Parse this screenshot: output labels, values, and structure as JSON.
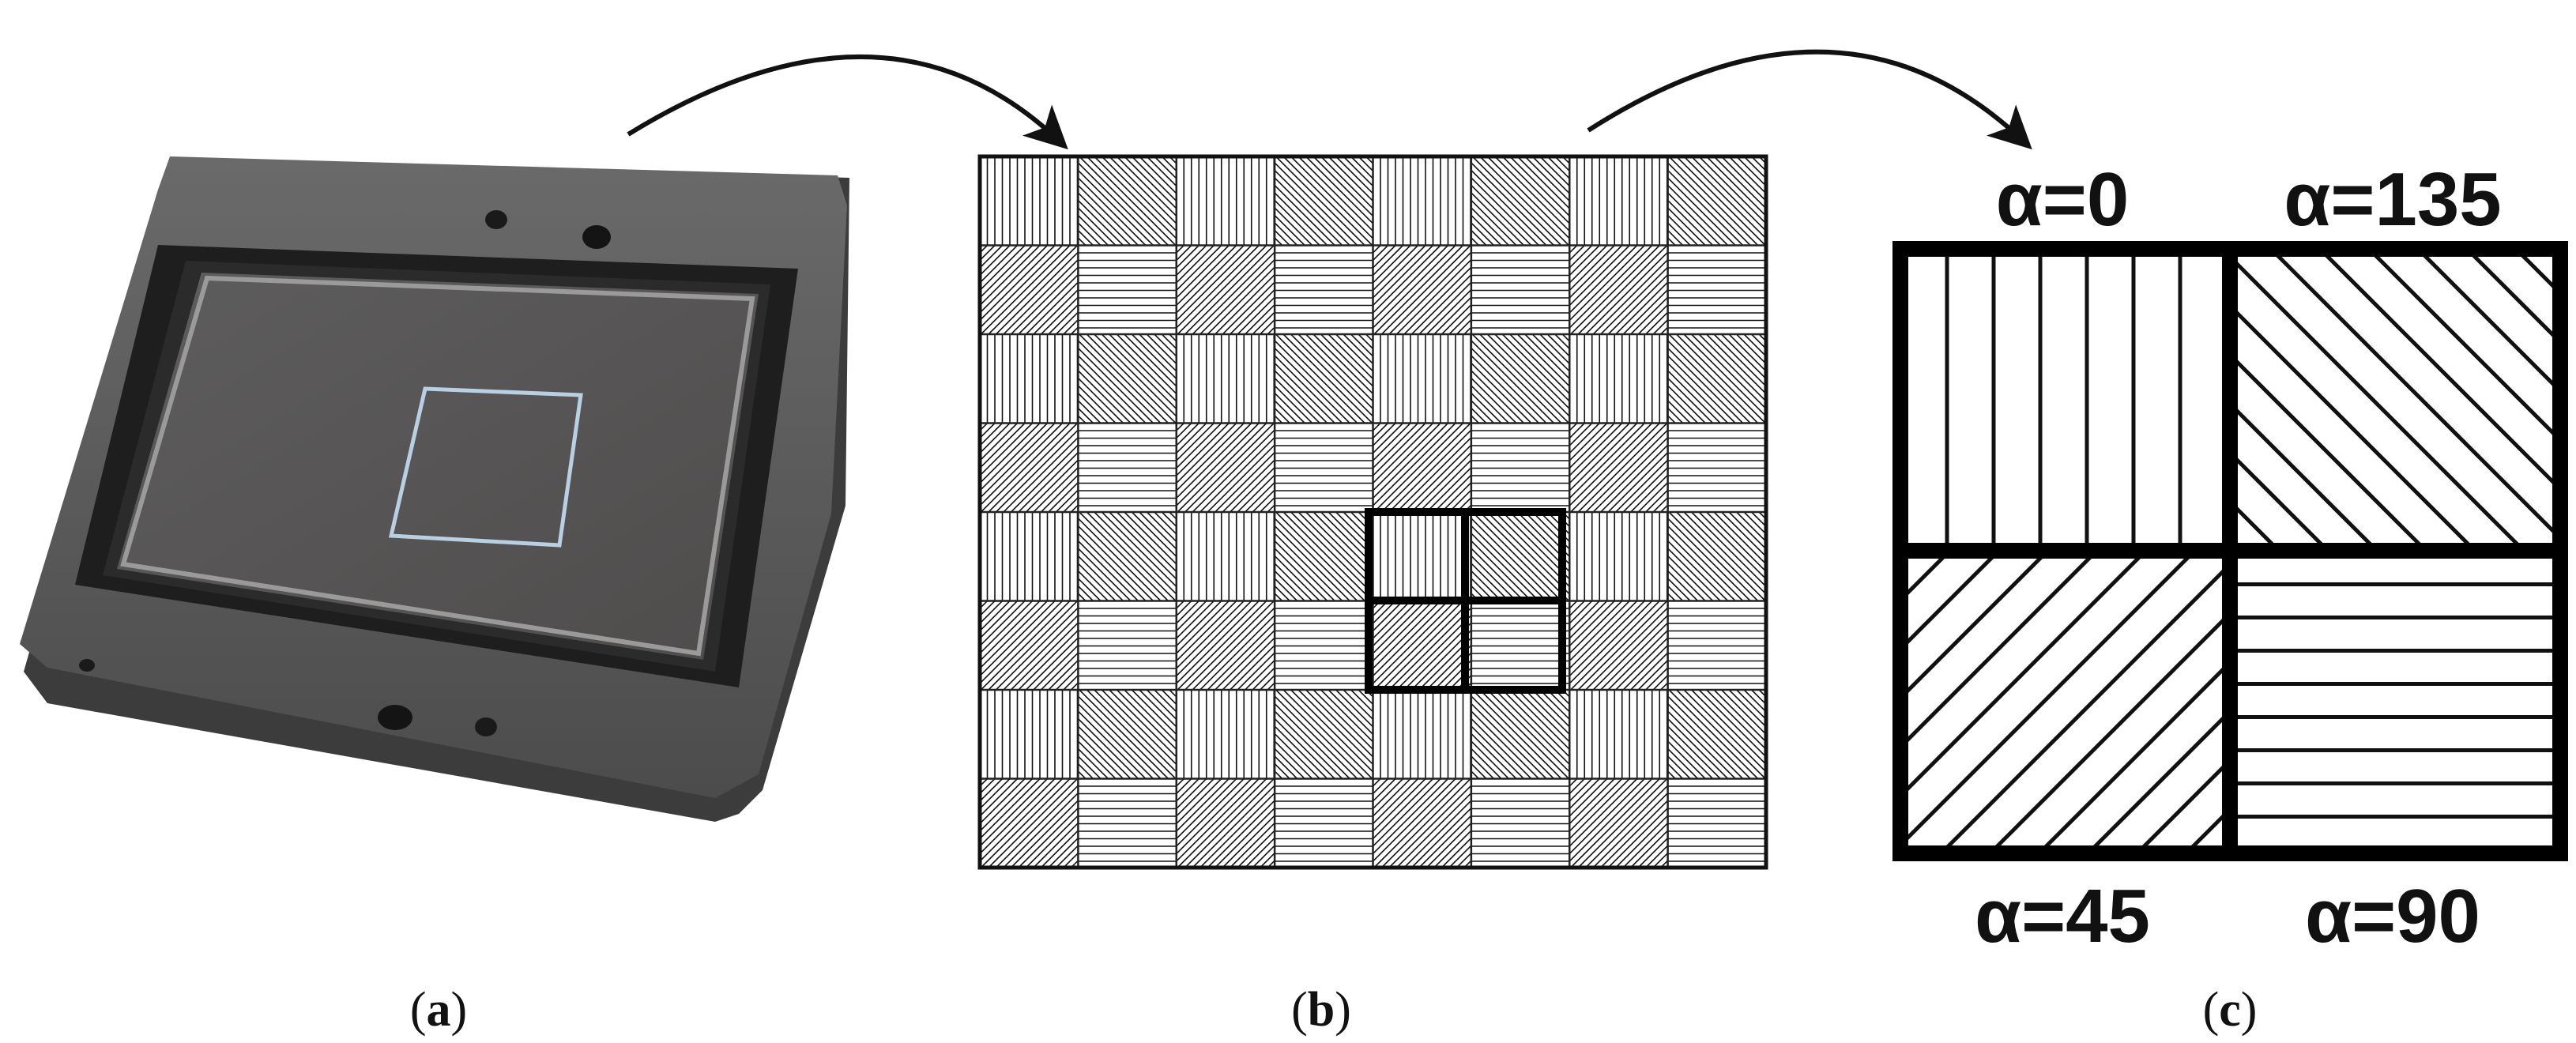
{
  "panels": [
    {
      "id": "a",
      "caption": "a"
    },
    {
      "id": "b",
      "caption": "b"
    },
    {
      "id": "c",
      "caption": "c"
    }
  ],
  "polarizer_labels": {
    "top_left": "α=0",
    "top_right": "α=135",
    "bottom_left": "α=45",
    "bottom_right": "α=90"
  },
  "mosaic": {
    "rows": 8,
    "cols": 8,
    "pattern": [
      [
        "vertical",
        "diagonal-135"
      ],
      [
        "diagonal-45",
        "horizontal"
      ]
    ]
  },
  "colors": {
    "ink": "#111111",
    "grid_fill": "#ffffff",
    "sensor_body": "#5f5f5f",
    "sensor_glass": "#5a5858"
  }
}
